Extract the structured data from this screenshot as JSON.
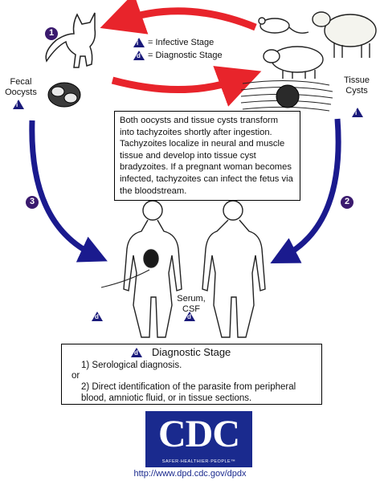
{
  "legend": {
    "infective_symbol": "i",
    "infective_label": "= Infective Stage",
    "diagnostic_symbol": "d",
    "diagnostic_label": "= Diagnostic Stage"
  },
  "steps": {
    "one": "1",
    "two": "2",
    "three": "3"
  },
  "labels": {
    "fecal_oocysts": "Fecal Oocysts",
    "tissue_cysts": "Tissue Cysts",
    "serum_csf": "Serum, CSF"
  },
  "info_text": "Both oocysts and tissue cysts transform into tachyzoites shortly after ingestion. Tachyzoites localize in neural and muscle tissue and develop into tissue cyst bradyzoites. If a pregnant woman becomes infected, tachyzoites can infect the fetus via the bloodstream.",
  "diagnostic_box": {
    "symbol": "d",
    "title": "Diagnostic Stage",
    "item1": "1) Serological diagnosis.",
    "or": "or",
    "item2": "2) Direct identification of the parasite from peripheral blood, amniotic fluid, or in tissue sections."
  },
  "logo": {
    "text": "CDC",
    "tagline": "SAFER·HEALTHIER·PEOPLE™"
  },
  "url": "http://www.dpd.cdc.gov/dpdx",
  "colors": {
    "red_arrow": "#e8242b",
    "blue_arrow": "#1a1a8e",
    "step_circle": "#3a1a6e",
    "cdc_blue": "#1a2a8e"
  }
}
